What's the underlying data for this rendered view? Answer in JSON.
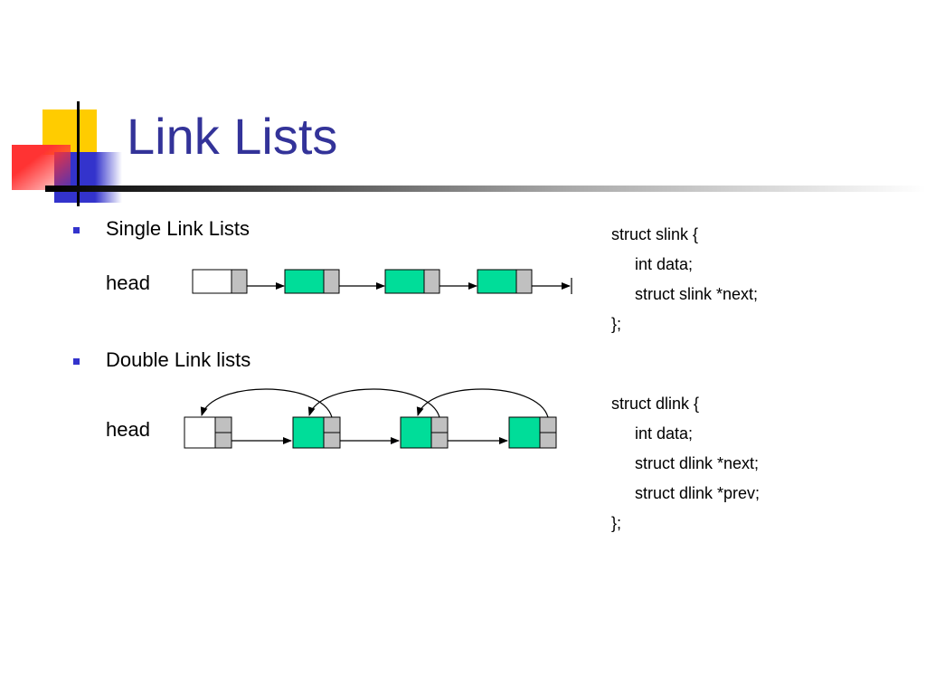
{
  "slide": {
    "title": "Link Lists"
  },
  "colors": {
    "title": "#333399",
    "bullet": "#3333cc",
    "node_fill": "#00dd99",
    "pointer_fill": "#c0c0c0",
    "head_fill": "#ffffff",
    "deco_yellow": "#ffcc00",
    "deco_blue": "#3333cc",
    "deco_red": "#ff3333"
  },
  "sections": [
    {
      "bullet_label": "Single Link Lists",
      "head_label": "head",
      "node_count": 4,
      "pointer_fields": 1
    },
    {
      "bullet_label": "Double Link lists",
      "head_label": "head",
      "node_count": 4,
      "pointer_fields": 2
    }
  ],
  "code": {
    "slink": [
      "struct slink {",
      "int data;",
      "struct slink *next;",
      "};"
    ],
    "dlink": [
      "struct dlink {",
      "int data;",
      "struct dlink *next;",
      "struct dlink *prev;",
      "};"
    ]
  }
}
